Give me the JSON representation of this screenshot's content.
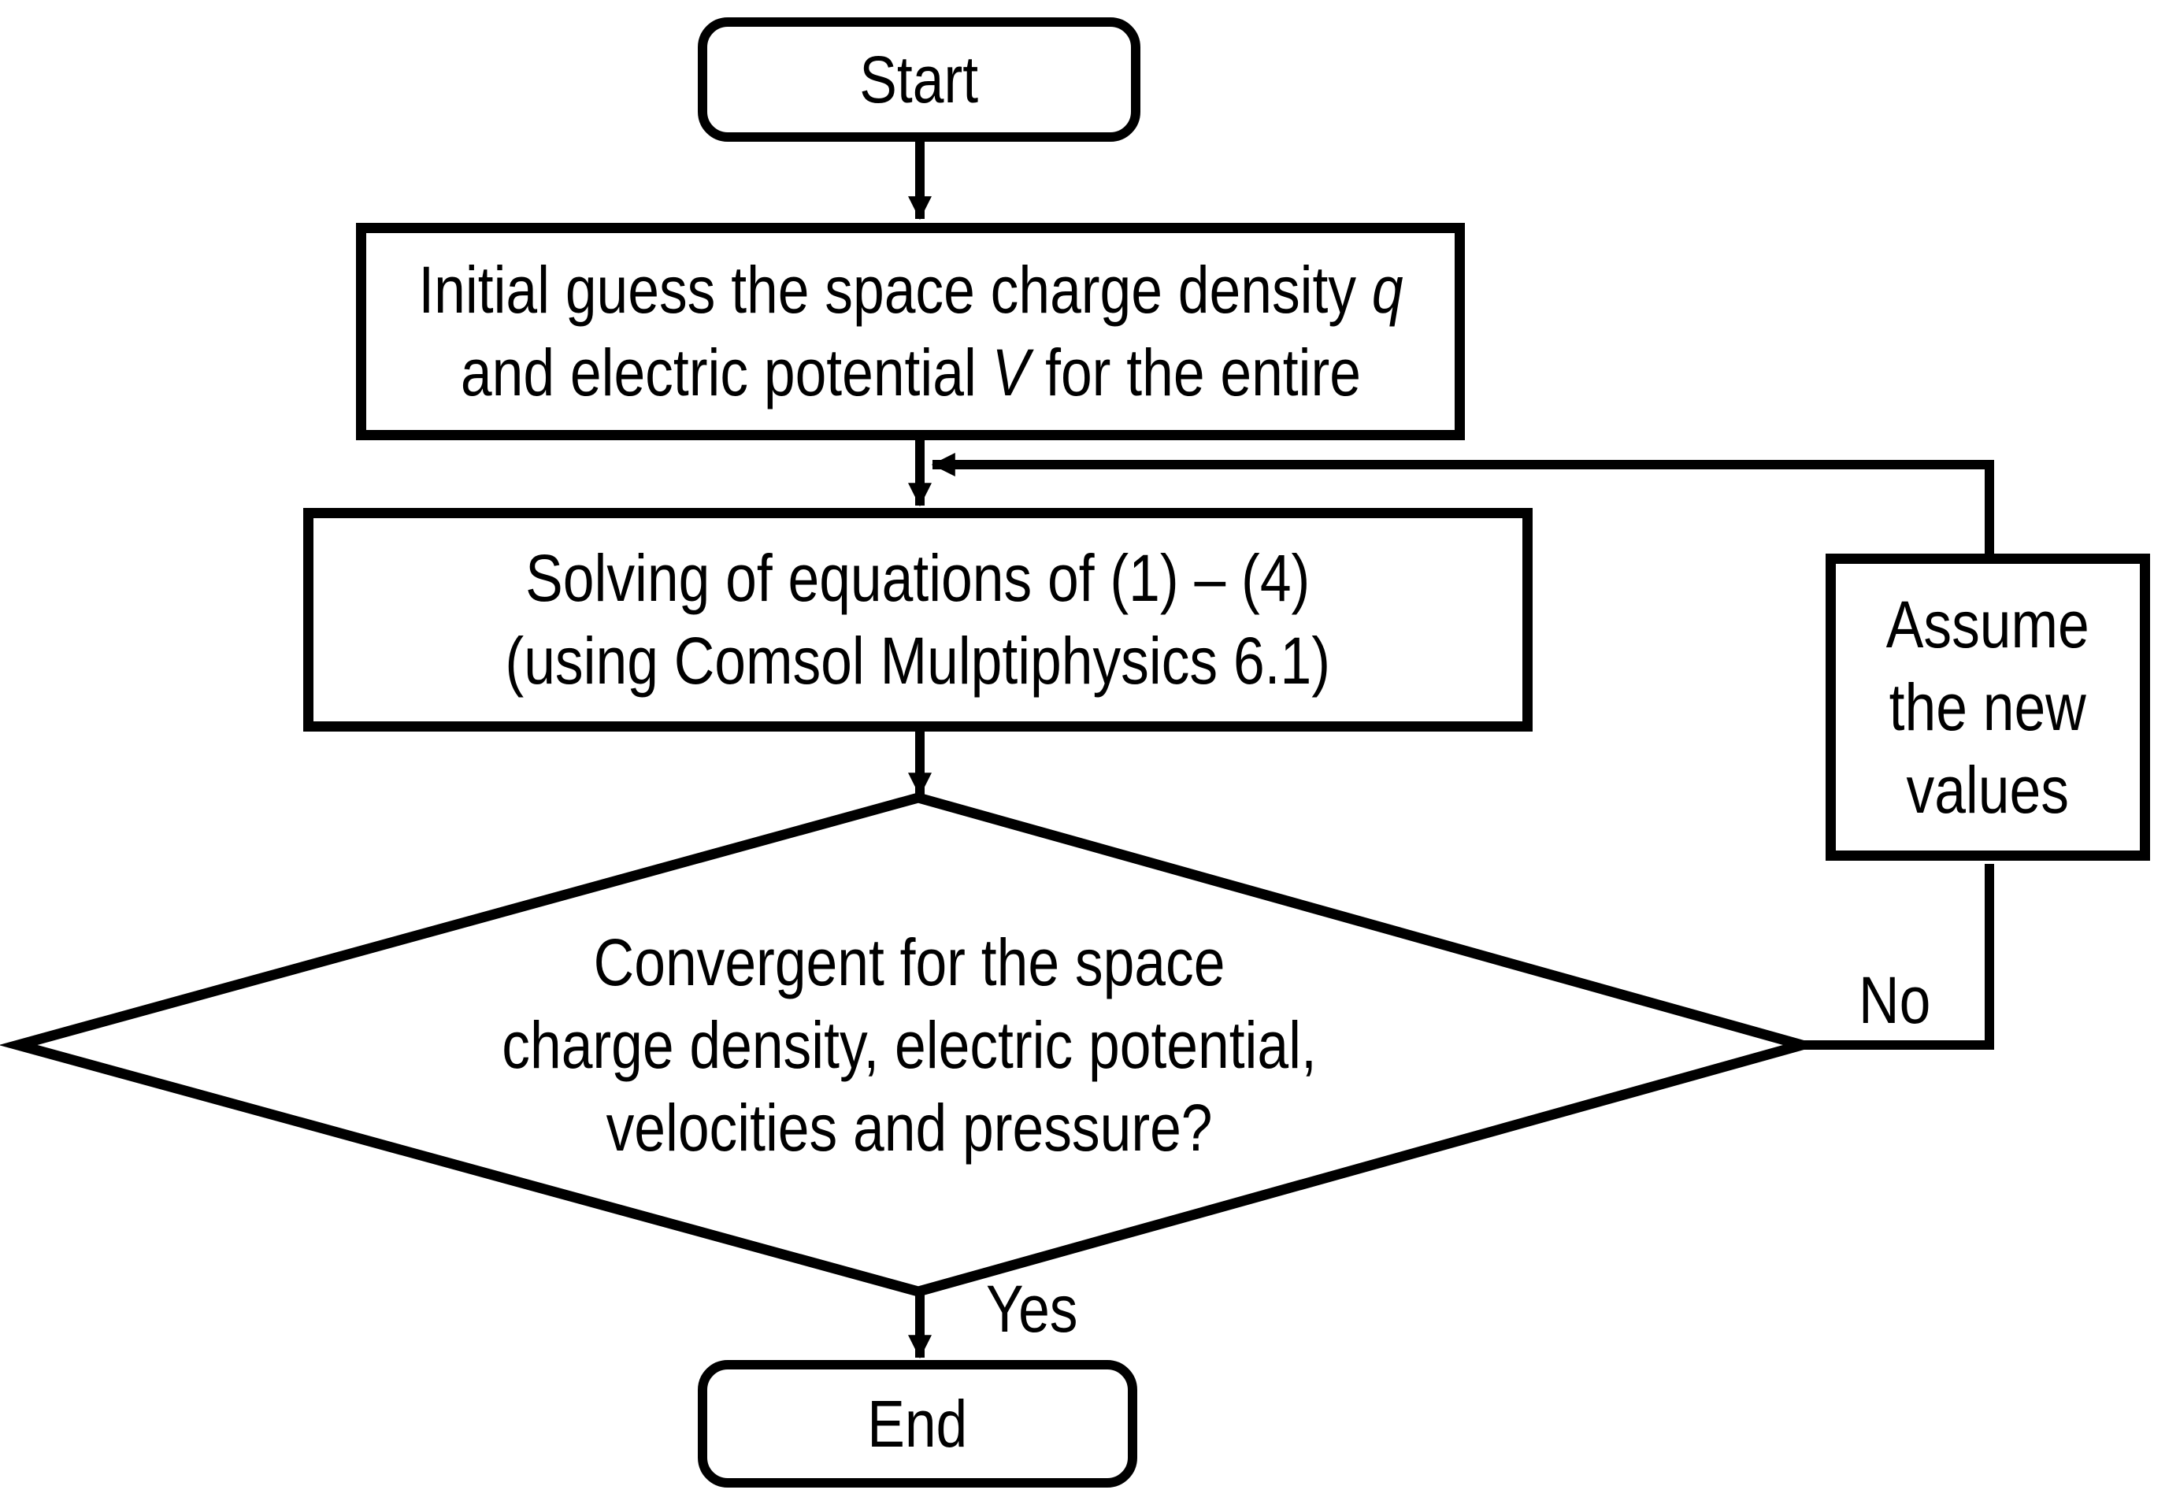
{
  "diagram": {
    "colors": {
      "stroke": "#000000",
      "background": "#ffffff"
    },
    "nodes": {
      "start": {
        "label": "Start"
      },
      "initial_guess": {
        "line1_text": "Initial guess the space charge density ",
        "line1_var": "q",
        "line2_text": "and electric potential ",
        "line2_var": "V",
        "line2_tail": " for the entire"
      },
      "solve": {
        "line1": "Solving of equations of (1) – (4)",
        "line2": "(using Comsol Mulptiphysics 6.1)"
      },
      "decision": {
        "line1": "Convergent for the space",
        "line2": "charge density, electric potential,",
        "line3": "velocities and pressure?"
      },
      "assume": {
        "line1": "Assume",
        "line2": "the new",
        "line3": "values"
      },
      "end": {
        "label": "End"
      }
    },
    "edge_labels": {
      "yes": "Yes",
      "no": "No"
    }
  }
}
